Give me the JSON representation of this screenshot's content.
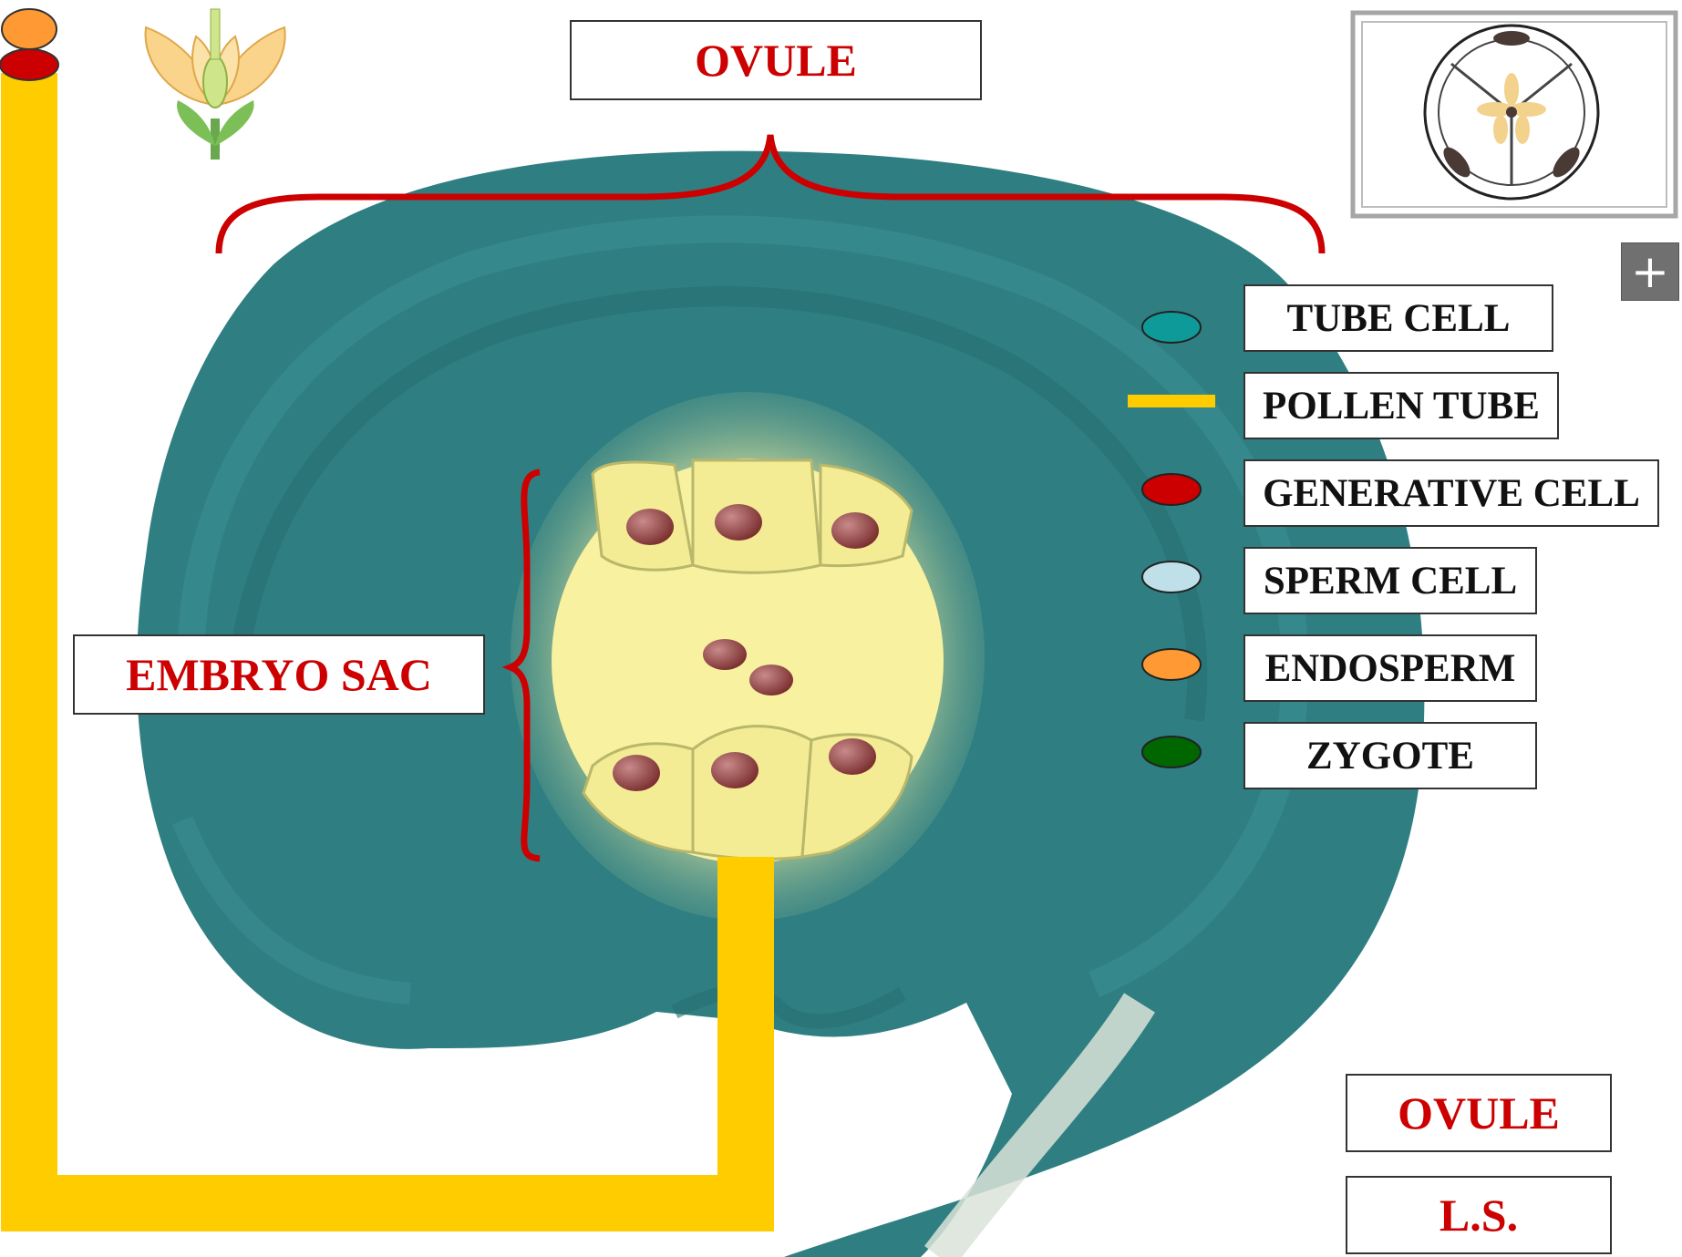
{
  "title": "OVULE",
  "embryo_sac_label": "EMBRYO SAC",
  "legend": [
    {
      "label": "TUBE CELL",
      "symbol": "ellipse",
      "color": "#0f9a9a"
    },
    {
      "label": "POLLEN TUBE",
      "symbol": "bar",
      "color": "#ffcc00"
    },
    {
      "label": "GENERATIVE CELL",
      "symbol": "ellipse",
      "color": "#cc0000"
    },
    {
      "label": "SPERM CELL",
      "symbol": "ellipse",
      "color": "#bfe0e8"
    },
    {
      "label": "ENDOSPERM",
      "symbol": "ellipse",
      "color": "#ff9933"
    },
    {
      "label": "ZYGOTE",
      "symbol": "ellipse",
      "color": "#006600"
    }
  ],
  "caption": {
    "line1": "OVULE",
    "line2": "L.S."
  },
  "zoom_button": "+",
  "colors": {
    "ovule_tissue": "#2f7f82",
    "embryo_sac": "#f7f1a0",
    "nucleus": "#8a3a3a",
    "brace": "#cc0000",
    "pollen_tube": "#ffcc00",
    "label_text_red": "#cc0000"
  }
}
